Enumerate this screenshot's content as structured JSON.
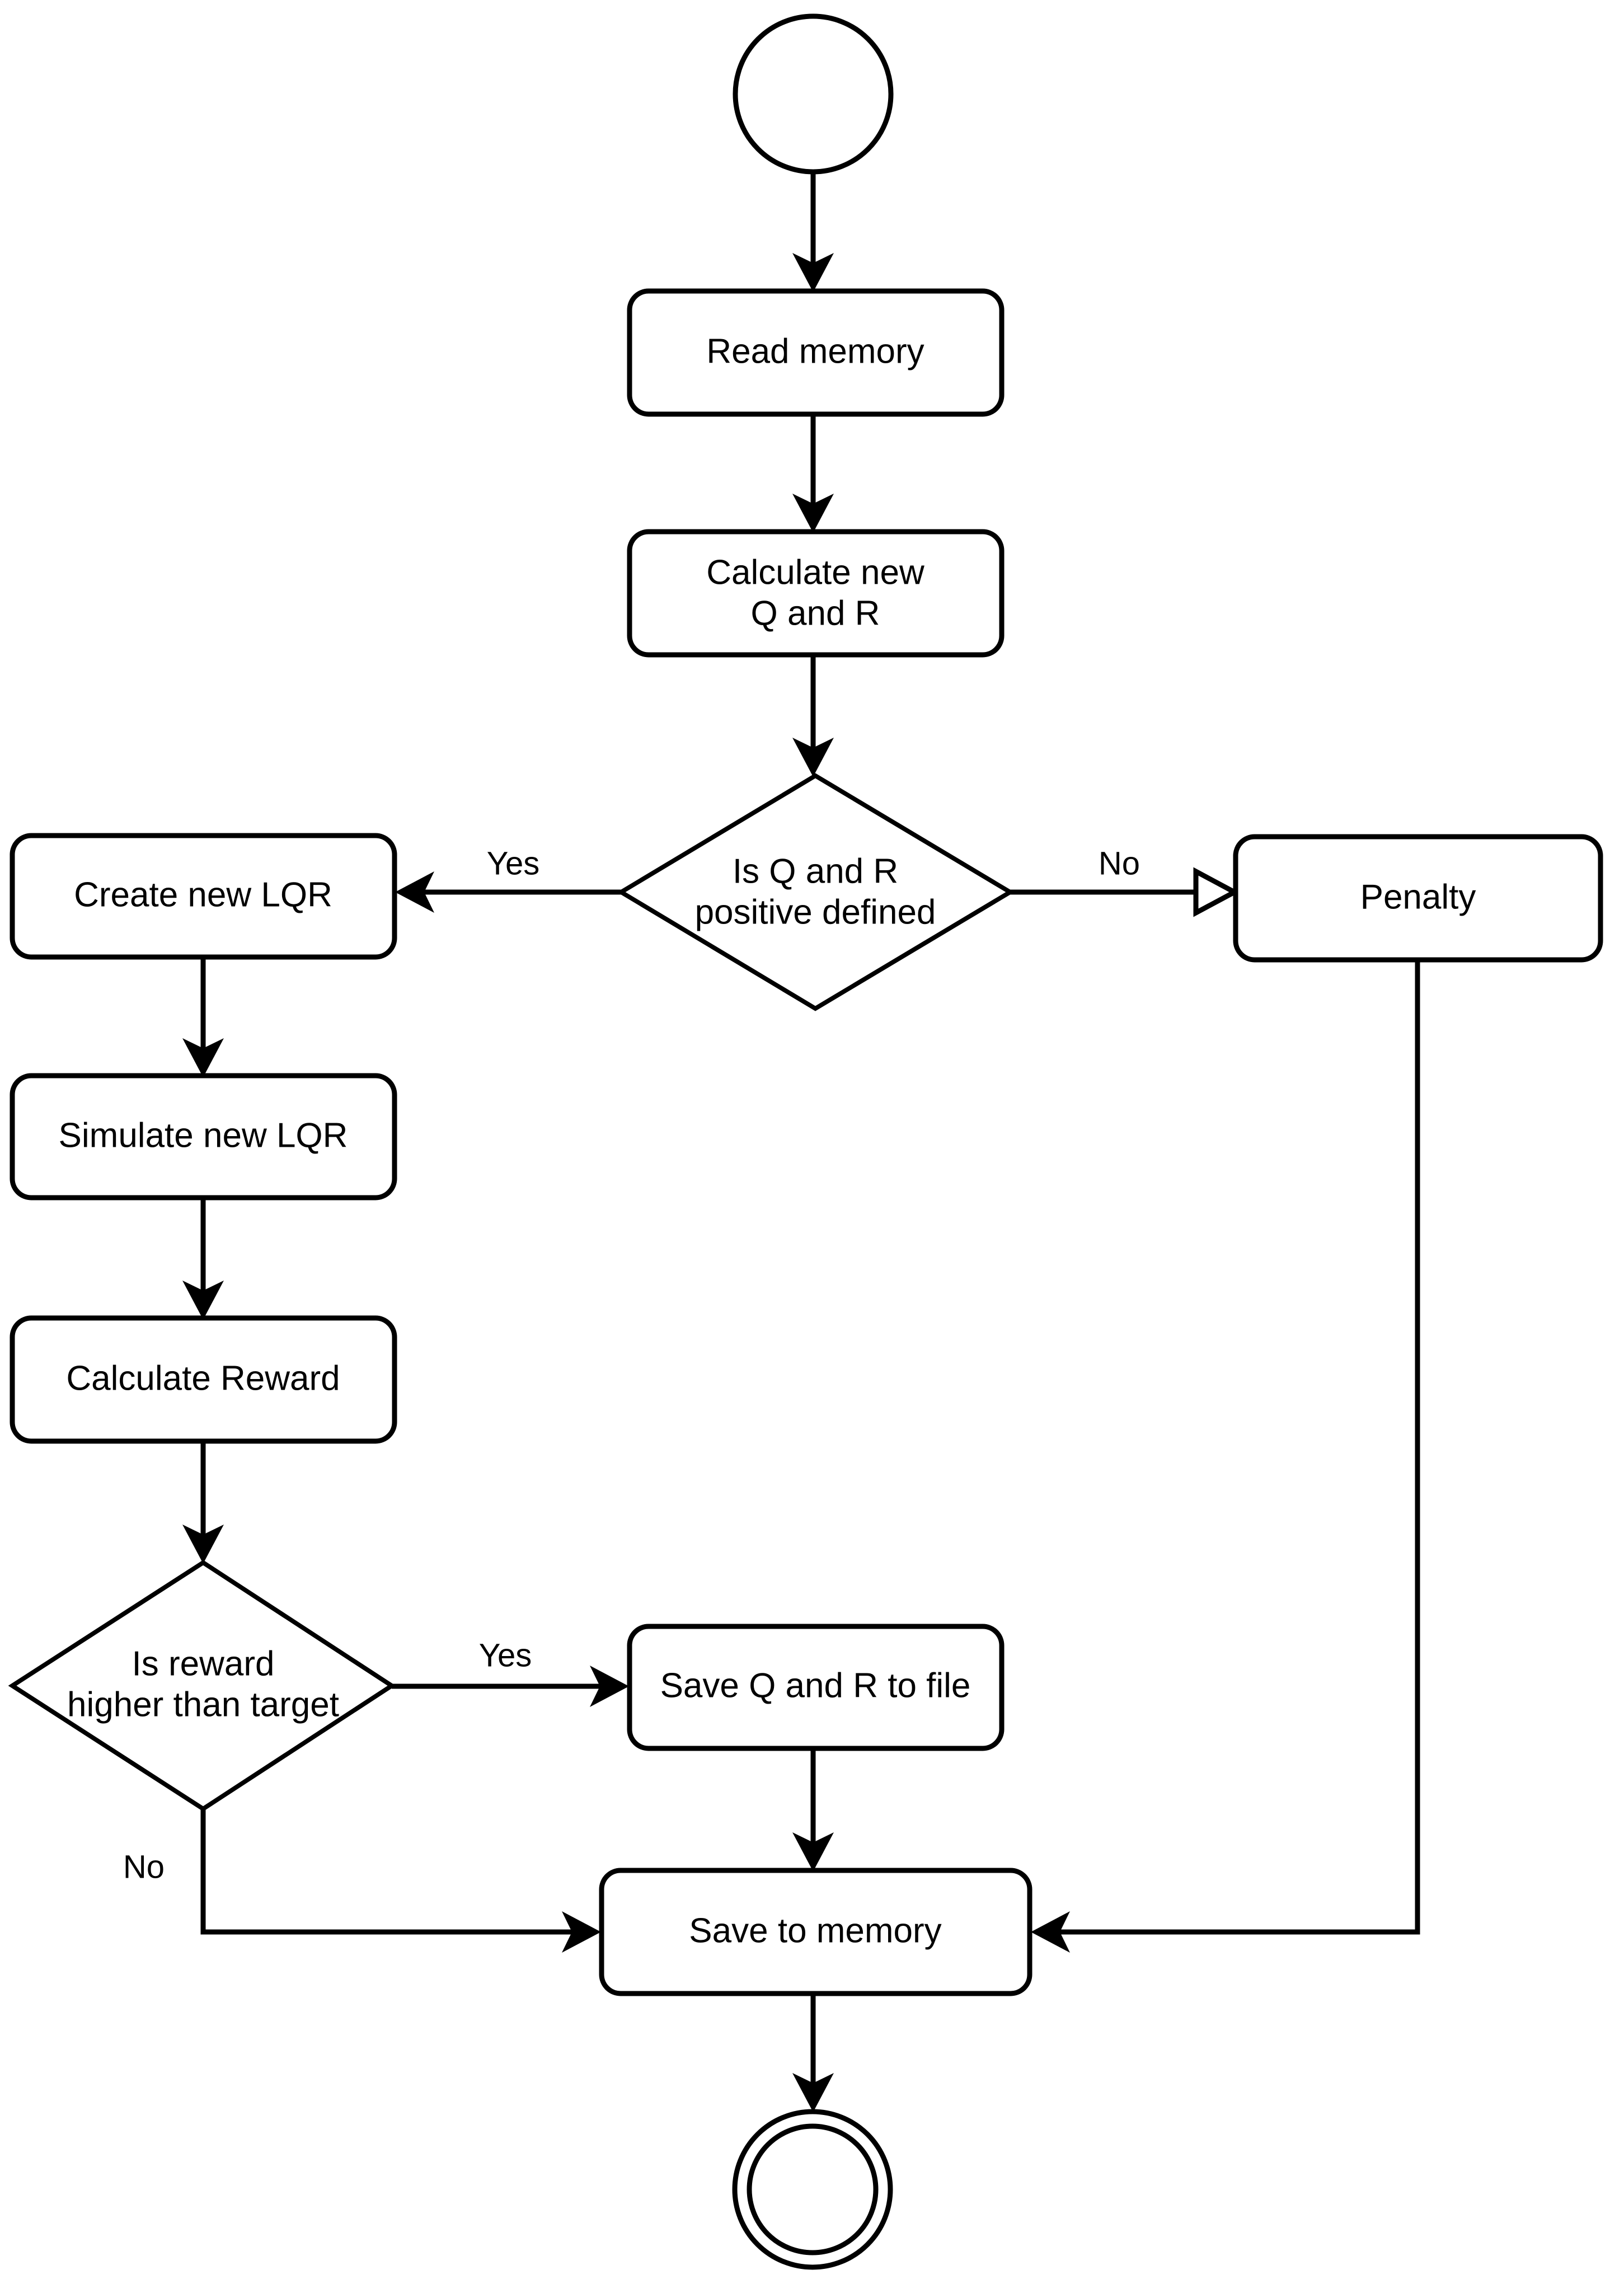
{
  "diagram": {
    "type": "flowchart",
    "title": "",
    "background_color": "#ffffff",
    "stroke_color": "#000000",
    "text_color": "#000000",
    "nodes": {
      "start": {
        "label": "",
        "shape": "circle",
        "kind": "start-node"
      },
      "read_memory": {
        "label": "Read memory",
        "shape": "rounded-rectangle",
        "kind": "process"
      },
      "calculate_qr_line1": {
        "label": "Calculate new",
        "shape": "rounded-rectangle",
        "kind": "process"
      },
      "calculate_qr_line2": {
        "label": "Q and R",
        "shape": "rounded-rectangle",
        "kind": "process"
      },
      "decision_qr_line1": {
        "label": "Is Q and R",
        "shape": "diamond",
        "kind": "decision"
      },
      "decision_qr_line2": {
        "label": "positive defined",
        "shape": "diamond",
        "kind": "decision"
      },
      "create_lqr": {
        "label": "Create new LQR",
        "shape": "rounded-rectangle",
        "kind": "process"
      },
      "penalty": {
        "label": "Penalty",
        "shape": "rounded-rectangle",
        "kind": "process"
      },
      "simulate_lqr": {
        "label": "Simulate new LQR",
        "shape": "rounded-rectangle",
        "kind": "process"
      },
      "calculate_reward": {
        "label": "Calculate Reward",
        "shape": "rounded-rectangle",
        "kind": "process"
      },
      "decision_reward_line1": {
        "label": "Is reward",
        "shape": "diamond",
        "kind": "decision"
      },
      "decision_reward_line2": {
        "label": "higher than target",
        "shape": "diamond",
        "kind": "decision"
      },
      "save_file": {
        "label": "Save Q and R to file",
        "shape": "rounded-rectangle",
        "kind": "process"
      },
      "save_memory": {
        "label": "Save to memory",
        "shape": "rounded-rectangle",
        "kind": "process"
      },
      "end": {
        "label": "",
        "shape": "double-circle",
        "kind": "end-node"
      }
    },
    "edge_labels": {
      "qr_yes": "Yes",
      "qr_no": "No",
      "reward_yes": "Yes",
      "reward_no": "No"
    },
    "edges": [
      {
        "from": "start",
        "to": "read_memory",
        "label": "",
        "arrowhead": "filled"
      },
      {
        "from": "read_memory",
        "to": "calculate_qr",
        "label": "",
        "arrowhead": "filled"
      },
      {
        "from": "calculate_qr",
        "to": "decision_qr",
        "label": "",
        "arrowhead": "filled"
      },
      {
        "from": "decision_qr",
        "to": "create_lqr",
        "label": "Yes",
        "arrowhead": "filled"
      },
      {
        "from": "decision_qr",
        "to": "penalty",
        "label": "No",
        "arrowhead": "hollow"
      },
      {
        "from": "create_lqr",
        "to": "simulate_lqr",
        "label": "",
        "arrowhead": "filled"
      },
      {
        "from": "simulate_lqr",
        "to": "calculate_reward",
        "label": "",
        "arrowhead": "filled"
      },
      {
        "from": "calculate_reward",
        "to": "decision_reward",
        "label": "",
        "arrowhead": "filled"
      },
      {
        "from": "decision_reward",
        "to": "save_file",
        "label": "Yes",
        "arrowhead": "filled"
      },
      {
        "from": "decision_reward",
        "to": "save_memory",
        "label": "No",
        "arrowhead": "filled"
      },
      {
        "from": "save_file",
        "to": "save_memory",
        "label": "",
        "arrowhead": "filled"
      },
      {
        "from": "penalty",
        "to": "save_memory",
        "label": "",
        "arrowhead": "filled"
      },
      {
        "from": "save_memory",
        "to": "end",
        "label": "",
        "arrowhead": "filled"
      }
    ]
  }
}
